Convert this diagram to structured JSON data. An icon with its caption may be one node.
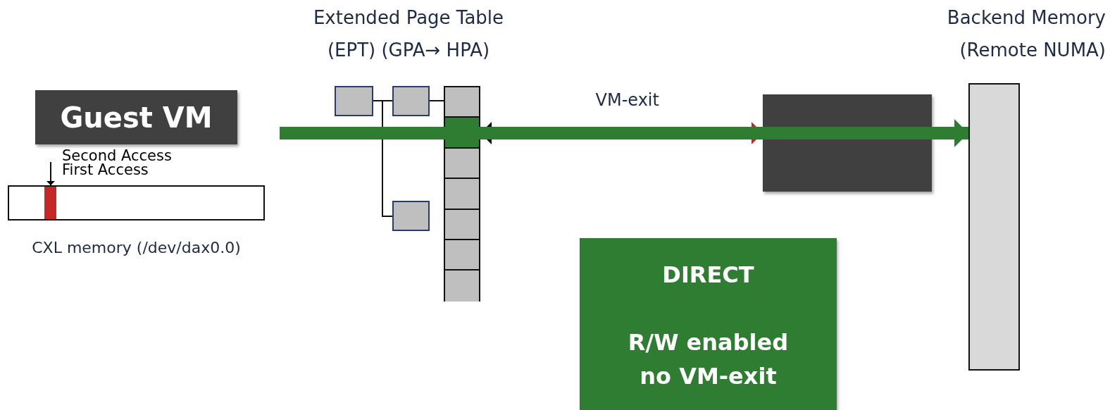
{
  "diagram": {
    "nodes": [
      {
        "text": [
          "Guest VM"
        ]
      },
      {
        "text": [
          "CXL memory (/dev/dax0.0)"
        ]
      },
      {
        "text": [
          "Extended Page Table (EPT) (GPA→ HPA)"
        ]
      },
      {
        "text": [],
        "shape": "box"
      },
      {
        "text": [],
        "shape": "box"
      },
      {
        "text": [],
        "shape": "box"
      },
      {
        "text": [],
        "shape": "box"
      },
      {
        "text": [
          "Backend Memory (Remote NUMA)"
        ]
      },
      {
        "text": [
          "DIRECT",
          "R/W enabled no VM-exit"
        ]
      }
    ],
    "edges": [
      {
        "from": null,
        "to": 1,
        "arrow": "to"
      },
      {
        "from": 3,
        "to": 4,
        "arrow": "none"
      },
      {
        "from": 4,
        "to": 2,
        "arrow": "none"
      },
      {
        "from": 3,
        "to": 5,
        "arrow": "none"
      },
      {
        "from": 2,
        "to": 6,
        "arrow": "both",
        "label": "VM-exit"
      },
      {
        "from": null,
        "to": 7,
        "arrow": "to",
        "style": "thick",
        "color": "#2e7d32"
      }
    ],
    "labels": [
      "First Access",
      "Second Access"
    ]
  }
}
